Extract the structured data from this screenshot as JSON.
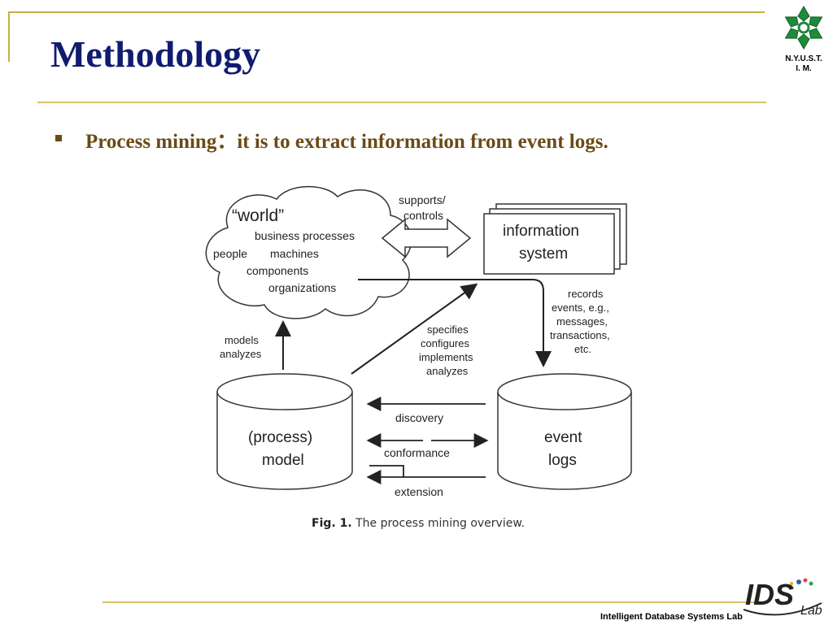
{
  "slide": {
    "title": "Methodology",
    "bullet": "Process mining：it is to extract information from event logs.",
    "logo_text_line1": "N.Y.U.S.T.",
    "logo_text_line2": "I. M.",
    "footer": "Intelligent Database Systems Lab",
    "ids_logo_text": "IDS Lab"
  },
  "diagram": {
    "cloud_title": "“world”",
    "cloud_items": [
      "business processes",
      "people",
      "machines",
      "components",
      "organizations"
    ],
    "supports_label": [
      "supports/",
      "controls"
    ],
    "info_system_label": [
      "information",
      "system"
    ],
    "records_label": [
      "records",
      "events, e.g.,",
      "messages,",
      "transactions,",
      "etc."
    ],
    "models_label": [
      "models",
      "analyzes"
    ],
    "specifies_label": [
      "specifies",
      "configures",
      "implements",
      "analyzes"
    ],
    "process_model_label": [
      "(process)",
      "model"
    ],
    "event_logs_label": [
      "event",
      "logs"
    ],
    "discovery_label": "discovery",
    "conformance_label": "conformance",
    "extension_label": "extension"
  },
  "caption": {
    "fig": "Fig. 1.",
    "text": "The process mining overview."
  }
}
